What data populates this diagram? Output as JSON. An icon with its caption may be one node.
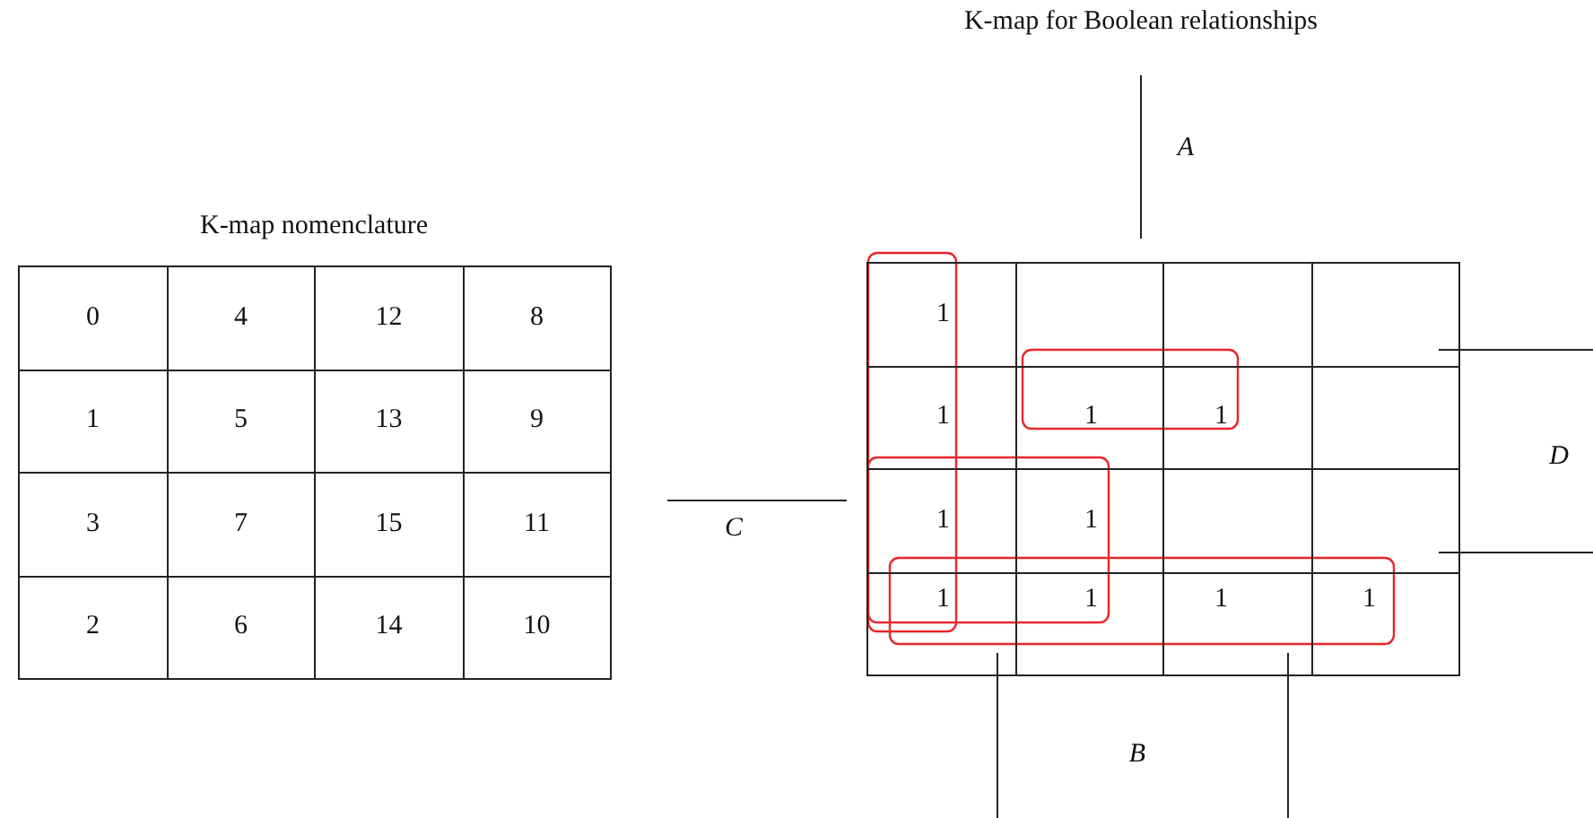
{
  "diagram": {
    "labels": [
      "K-map for Boolean relationships",
      "A",
      "K-map nomenclature",
      "0",
      "4",
      "12",
      "8",
      "1",
      "5",
      "13",
      "9",
      "3",
      "7",
      "15",
      "11",
      "2",
      "6",
      "14",
      "10",
      "1",
      "1",
      "1",
      "1",
      "1",
      "1",
      "1",
      "1",
      "1",
      "1",
      "D",
      "C",
      "B"
    ]
  }
}
